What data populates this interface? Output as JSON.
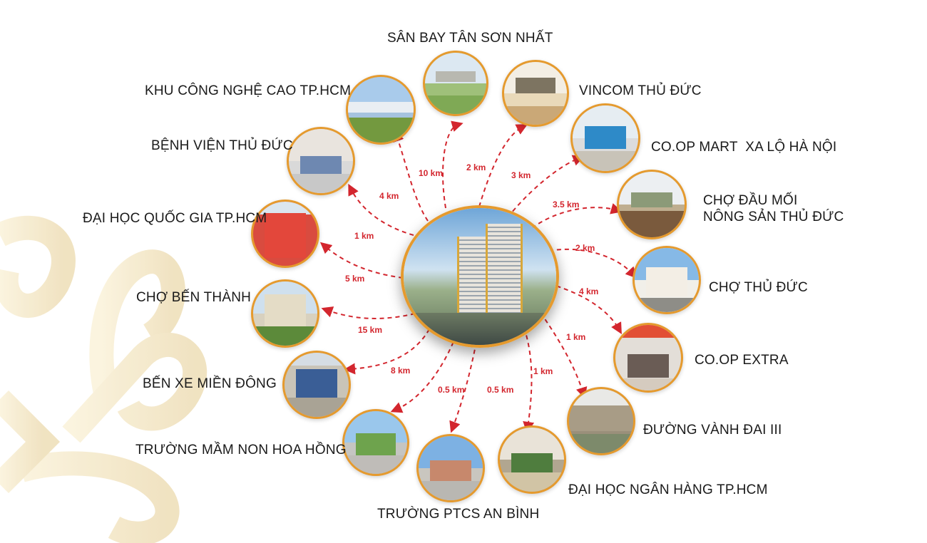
{
  "diagram": {
    "type": "location-connectivity-map",
    "center": {
      "name": "project-tower-render"
    },
    "colors": {
      "ring": "#e59a2e",
      "arrow": "#d3262e",
      "label": "#1a1a1a",
      "logo_bg": "#f3e7c6"
    },
    "destinations": [
      {
        "id": "san-bay",
        "label": "SÂN BAY TÂN SƠN NHẤT",
        "distance": "10 km"
      },
      {
        "id": "vincom",
        "label": "VINCOM THỦ ĐỨC",
        "distance": "2 km"
      },
      {
        "id": "coop-mart",
        "label": "CO.OP MART  XA LỘ HÀ NỘI",
        "distance": "3 km"
      },
      {
        "id": "cho-dau-moi",
        "label_line1": "CHỢ ĐẦU MỐI",
        "label_line2": "NÔNG SẢN THỦ ĐỨC",
        "distance": "3.5 km"
      },
      {
        "id": "cho-thu-duc",
        "label": "CHỢ THỦ ĐỨC",
        "distance": "2 km"
      },
      {
        "id": "coop-extra",
        "label": "CO.OP EXTRA",
        "distance": "4 km"
      },
      {
        "id": "vanh-dai",
        "label": "ĐƯỜNG VÀNH ĐAI III",
        "distance": "1 km"
      },
      {
        "id": "dh-ngan-hang",
        "label": "ĐẠI HỌC NGÂN HÀNG TP.HCM",
        "distance": "1 km"
      },
      {
        "id": "ptcs-an-binh",
        "label": "TRƯỜNG PTCS AN BÌNH",
        "distance": "0.5 km"
      },
      {
        "id": "mam-non",
        "label": "TRƯỜNG MẦM NON HOA HỒNG",
        "distance": "0.5 km"
      },
      {
        "id": "ben-xe",
        "label": "BẾN XE MIỀN ĐÔNG",
        "distance": "8 km"
      },
      {
        "id": "cho-ben-thanh",
        "label": "CHỢ BẾN THÀNH",
        "distance": "15 km"
      },
      {
        "id": "dh-quoc-gia",
        "label": "ĐẠI HỌC QUỐC GIA TP.HCM",
        "distance": "5 km"
      },
      {
        "id": "benh-vien",
        "label": "BỆNH VIỆN THỦ ĐỨC",
        "distance": "1 km"
      },
      {
        "id": "khu-cong-nghe",
        "label": "KHU CÔNG NGHỆ CAO TP.HCM",
        "distance": "4 km"
      }
    ]
  }
}
